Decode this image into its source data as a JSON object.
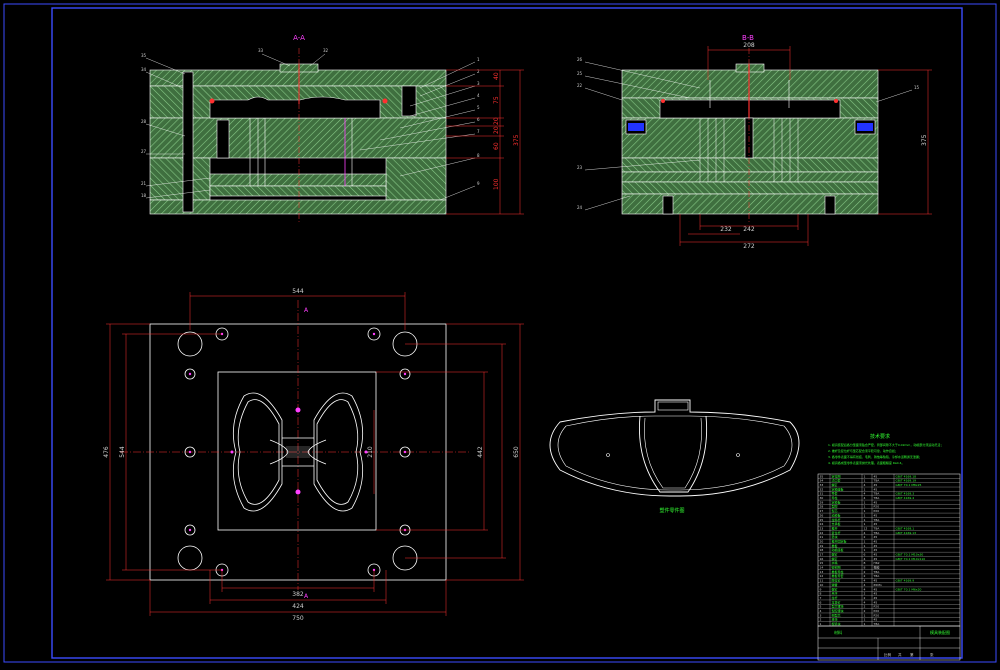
{
  "colors": {
    "background": "#000000",
    "border": "#3b4cff",
    "plate": "#3f6f3f",
    "hatch": "#7fbf7f",
    "line": "#ffffff",
    "dim": "#ff3030",
    "centerline": "#ff3030",
    "label": "#d0d0d0",
    "accent_green": "#33ff33",
    "accent_cyan": "#33dddd",
    "accent_magenta": "#ff40ff",
    "accent_yellow": "#ffff00"
  },
  "views": {
    "section_aa": {
      "title": "A-A"
    },
    "section_bb": {
      "title": "B-B"
    },
    "plan_view": {
      "section_mark": "A"
    },
    "part_view": {
      "caption": "塑件零件图"
    }
  },
  "dimensions": {
    "aa_right": [
      "40",
      "75",
      "20",
      "20",
      "60",
      "100"
    ],
    "aa_overall": "375",
    "bb_top": "208",
    "bb_right": "375",
    "bb_bottom_inner": "242",
    "bb_bottom_left": "232",
    "bb_bottom_outer": "272",
    "plan_top": "544",
    "plan_left_outer": "476",
    "plan_left_inner": "544",
    "plan_right_inner": "442",
    "plan_right_outer": "650",
    "plan_center": "210",
    "plan_bottom_1": "382",
    "plan_bottom_2": "424",
    "plan_bottom_3": "750"
  },
  "technical_requirements": {
    "title": "技术要求",
    "lines": [
      "1. 模具装配后各分型面须贴合严密，局部间隙不大于0.02mm，动模部分须运动灵活；",
      "2. 推杆及复位杆与型芯配合须平稳可靠，动作自如；",
      "3. 各零件表面不得有划痕、毛刺、锈蚀等缺陷，冷却水道畅通无泄漏；",
      "4. 模具各成型零件表面须抛光处理，表面粗糙度 Ra0.4。"
    ]
  },
  "title_block": {
    "drawing_name": "模具装配图",
    "school_label": "材料",
    "footer": [
      "比例",
      "共",
      "第",
      "张"
    ]
  },
  "bom_rows": [
    [
      "35",
      "定位圈",
      "1",
      "45",
      "GB/T 4169.18"
    ],
    [
      "34",
      "浇口套",
      "1",
      "T8A",
      "GB/T 4169.19"
    ],
    [
      "33",
      "螺钉",
      "4",
      "45",
      "GB/T 70.1 M8x25"
    ],
    [
      "32",
      "定模座板",
      "1",
      "45",
      ""
    ],
    [
      "31",
      "导套",
      "4",
      "T8A",
      "GB/T 4169.3"
    ],
    [
      "30",
      "导柱",
      "4",
      "T8A",
      "GB/T 4169.4"
    ],
    [
      "29",
      "定模板",
      "1",
      "45",
      ""
    ],
    [
      "28",
      "型腔",
      "1",
      "P20",
      ""
    ],
    [
      "27",
      "型芯",
      "1",
      "P20",
      ""
    ],
    [
      "26",
      "动模板",
      "1",
      "45",
      ""
    ],
    [
      "25",
      "拉料杆",
      "1",
      "T8A",
      ""
    ],
    [
      "24",
      "支承板",
      "1",
      "45",
      ""
    ],
    [
      "23",
      "推杆",
      "12",
      "T8A",
      "GB/T 4169.1"
    ],
    [
      "22",
      "复位杆",
      "4",
      "T8A",
      "GB/T 4169.13"
    ],
    [
      "21",
      "垫块",
      "2",
      "45",
      ""
    ],
    [
      "20",
      "推杆固定板",
      "1",
      "45",
      ""
    ],
    [
      "19",
      "推板",
      "1",
      "45",
      ""
    ],
    [
      "18",
      "动模座板",
      "1",
      "45",
      ""
    ],
    [
      "17",
      "螺钉",
      "6",
      "45",
      "GB/T 70.1 M10x30"
    ],
    [
      "16",
      "螺钉",
      "4",
      "45",
      "GB/T 70.1 M10x110"
    ],
    [
      "15",
      "水嘴",
      "8",
      "H62",
      ""
    ],
    [
      "14",
      "密封圈",
      "8",
      "橡胶",
      ""
    ],
    [
      "13",
      "推板导柱",
      "2",
      "T8A",
      ""
    ],
    [
      "12",
      "推板导套",
      "2",
      "T8A",
      ""
    ],
    [
      "11",
      "限位钉",
      "4",
      "45",
      "GB/T 4169.9"
    ],
    [
      "10",
      "弹簧",
      "4",
      "65Mn",
      ""
    ],
    [
      "9",
      "螺钉",
      "4",
      "45",
      "GB/T 70.1 M6x20"
    ],
    [
      "8",
      "吊环",
      "2",
      "45",
      ""
    ],
    [
      "7",
      "拉杆",
      "2",
      "45",
      ""
    ],
    [
      "6",
      "垃圾钉",
      "4",
      "45",
      ""
    ],
    [
      "5",
      "型芯镶块",
      "2",
      "P20",
      ""
    ],
    [
      "4",
      "型腔镶块",
      "2",
      "P20",
      ""
    ],
    [
      "3",
      "侧型芯",
      "1",
      "P20",
      ""
    ],
    [
      "2",
      "滑块",
      "1",
      "45",
      ""
    ],
    [
      "1",
      "楔紧块",
      "1",
      "T8A",
      ""
    ]
  ]
}
